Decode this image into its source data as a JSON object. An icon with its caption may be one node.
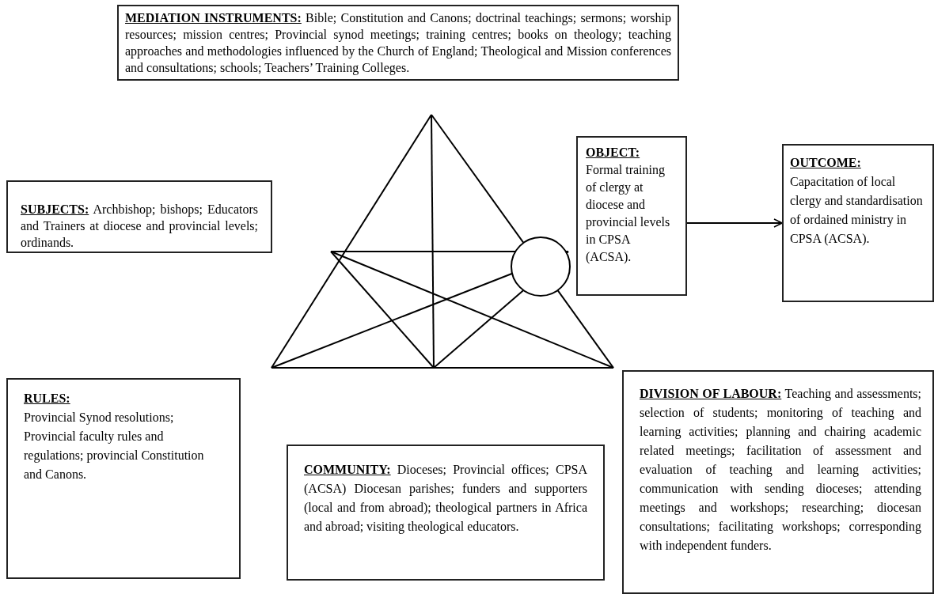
{
  "diagram": {
    "nodes": [
      {
        "text": [
          "MEDIATION INSTRUMENTS:",
          "Bible; Constitution and Canons; doctrinal teachings; sermons; worship resources; mission centres; Provincial synod meetings; training centres; books on theology; teaching approaches and methodologies influenced by the Church of England; Theological and Mission conferences and consultations; schools; Teachers’ Training Colleges."
        ]
      },
      {
        "text": [
          "OBJECT:",
          "Formal training of clergy at diocese and provincial levels in CPSA (ACSA)."
        ]
      },
      {
        "text": [
          "OUTCOME:",
          "Capacitation of local clergy and standardisation of ordained ministry in CPSA (ACSA)."
        ]
      },
      {
        "text": [
          "SUBJECTS:",
          "Archbishop; bishops; Educators and Trainers at diocese and provincial levels; ordinands."
        ]
      },
      {
        "text": [],
        "shape": "circle"
      },
      {
        "text": [
          "RULES:",
          "Provincial Synod resolutions; Provincial faculty rules and regulations; provincial Constitution and Canons."
        ]
      },
      {
        "text": [
          "COMMUNITY:",
          "Dioceses; Provincial offices; CPSA (ACSA) Diocesan parishes; funders and supporters (local and from abroad); theological partners in Africa and abroad; visiting theological educators."
        ]
      },
      {
        "text": [
          "DIVISION OF LABOUR:",
          "Teaching and assessments; selection of students; monitoring of teaching and learning activities; planning and chairing academic related meetings; facilitation of assessment and evaluation of teaching and learning activities; communication with sending dioceses; attending meetings and workshops; researching; diocesan consultations; facilitating workshops; corresponding with independent funders."
        ]
      }
    ],
    "edges": [
      {
        "from": 1,
        "to": 2,
        "arrow": "to"
      }
    ]
  }
}
